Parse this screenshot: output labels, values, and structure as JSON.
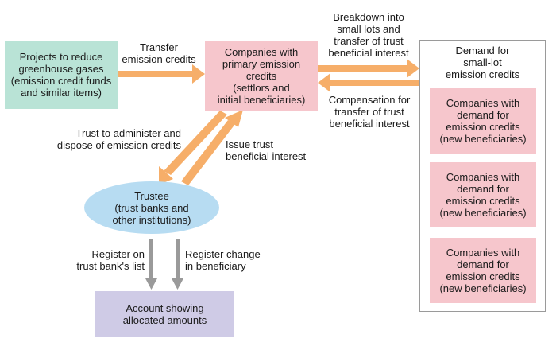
{
  "nodes": {
    "projects": "Projects to reduce\ngreenhouse gases\n(emission credit funds\nand similar items)",
    "companies_primary": "Companies with\nprimary emission\ncredits\n(settlors and\ninitial beneficiaries)",
    "trustee": "Trustee\n(trust banks and\nother institutions)",
    "account": "Account showing\nallocated amounts",
    "demand_title": "Demand for\nsmall-lot\nemission credits",
    "demand_boxes": [
      "Companies with\ndemand for\nemission credits\n(new beneficiaries)",
      "Companies with\ndemand for\nemission credits\n(new beneficiaries)",
      "Companies with\ndemand for\nemission credits\n(new beneficiaries)"
    ]
  },
  "edges": {
    "transfer": "Transfer\nemission credits",
    "breakdown": "Breakdown into\nsmall lots and\ntransfer of trust\nbeneficial interest",
    "compensation": "Compensation for\ntransfer of trust\nbeneficial interest",
    "trust_administer": "Trust to administer and\ndispose of emission credits",
    "issue_trust": "Issue trust\nbeneficial interest",
    "register_list": "Register on\ntrust bank's list",
    "register_change": "Register change\nin beneficiary"
  },
  "colors": {
    "projects_fill": "#b9e3d6",
    "companies_fill": "#f6c6cc",
    "demand_fill": "#f6c6cc",
    "trustee_fill": "#b7dcf2",
    "account_fill": "#cfcbe6",
    "orange_arrow": "#f6ae69",
    "gray_arrow": "#9a9a9a",
    "demand_border": "#9a9a9a"
  }
}
